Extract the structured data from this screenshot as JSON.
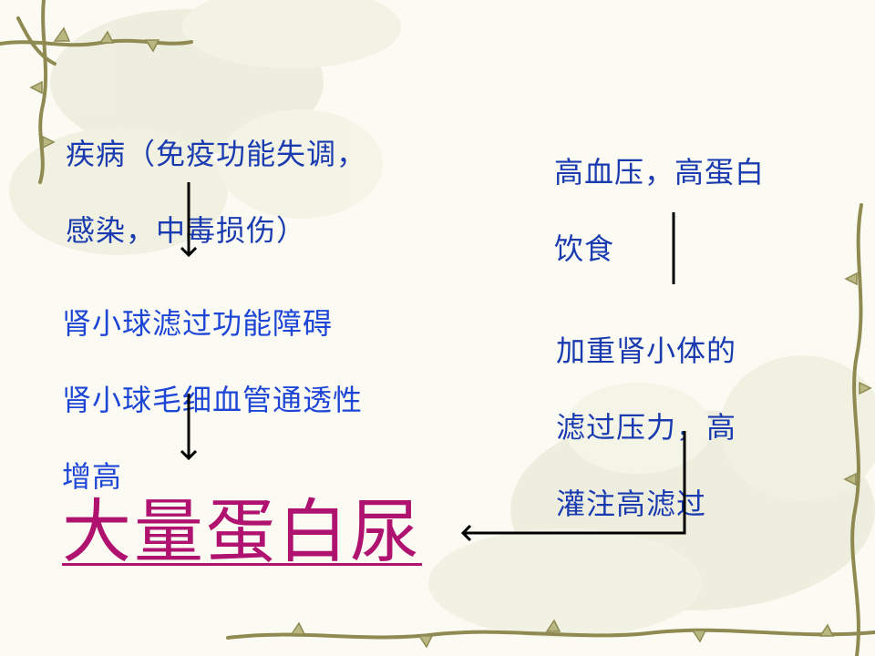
{
  "colors": {
    "darkblue": "#1a3bb0",
    "blue": "#1d46d6",
    "magenta": "#b01270",
    "arrow": "#000000",
    "vine": "#8e8a52",
    "leaf": "#b9b781",
    "watermark": "#e4e5d0"
  },
  "nodes": {
    "disease": {
      "lines": [
        "疾病（免疫功能失调，",
        "感染，中毒损伤）"
      ]
    },
    "glomerular": {
      "lines": [
        "肾小球滤过功能障碍",
        "肾小球毛细血管通透性",
        "增高"
      ]
    },
    "hypertension": {
      "lines": [
        "高血压，高蛋白",
        "饮食"
      ]
    },
    "pressure": {
      "lines": [
        "加重肾小体的",
        "滤过压力，高",
        "灌注高滤过"
      ]
    },
    "result": {
      "text": "大量蛋白尿"
    }
  },
  "icons": [
    "vine-border",
    "leaf-watermark"
  ]
}
